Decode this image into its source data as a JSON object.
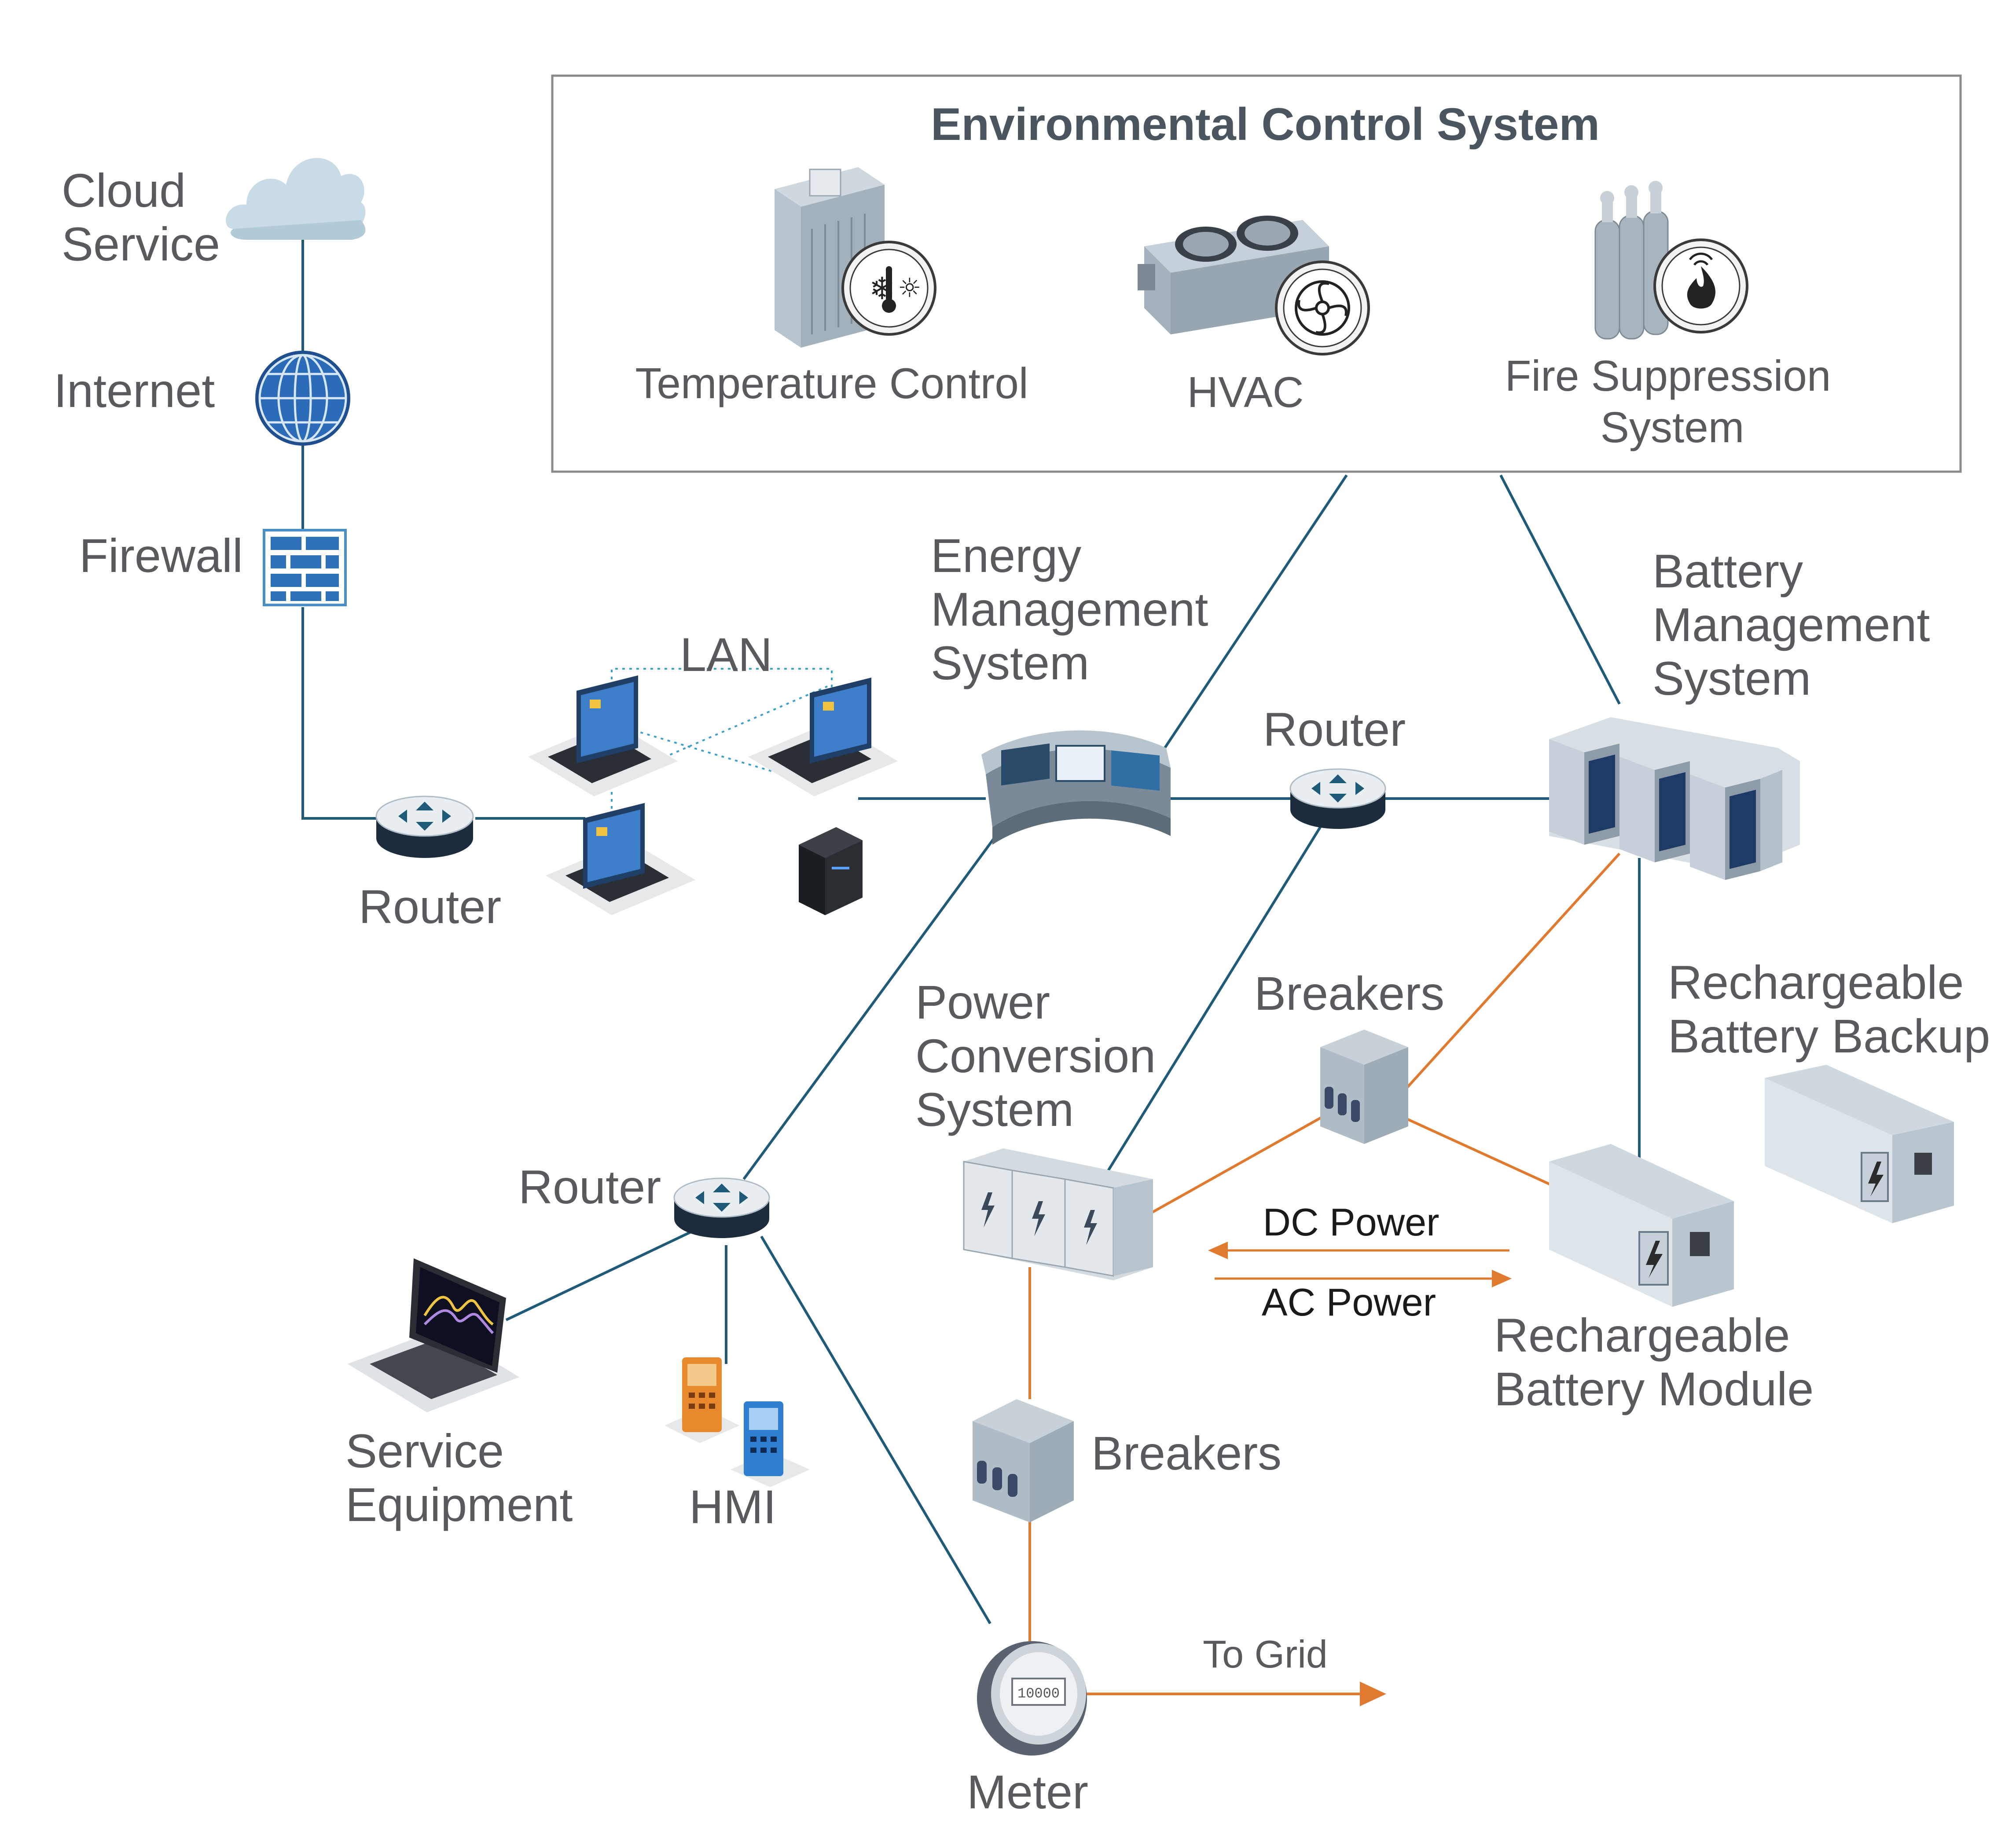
{
  "ecs": {
    "title": "Environmental Control System",
    "items": {
      "temperature": "Temperature Control",
      "hvac": "HVAC",
      "fire_line1": "Fire Suppression",
      "fire_line2": "System"
    }
  },
  "labels": {
    "cloud_line1": "Cloud",
    "cloud_line2": "Service",
    "internet": "Internet",
    "firewall": "Firewall",
    "router_left": "Router",
    "lan": "LAN",
    "ems_line1": "Energy",
    "ems_line2": "Management",
    "ems_line3": "System",
    "router_mid": "Router",
    "bms_line1": "Battery",
    "bms_line2": "Management",
    "bms_line3": "System",
    "pcs_line1": "Power",
    "pcs_line2": "Conversion",
    "pcs_line3": "System",
    "breakers_top": "Breakers",
    "backup_line1": "Rechargeable",
    "backup_line2": "Battery Backup",
    "router_bottom": "Router",
    "dc_power": "DC Power",
    "ac_power": "AC Power",
    "module_line1": "Rechargeable",
    "module_line2": "Battery Module",
    "service_line1": "Service",
    "service_line2": "Equipment",
    "hmi": "HMI",
    "breakers_bottom": "Breakers",
    "to_grid": "To Grid",
    "meter": "Meter",
    "meter_display": "10000"
  },
  "colors": {
    "network_line": "#1f5a78",
    "power_line": "#e07a2e",
    "lan_dotted": "#3aa0c8",
    "text": "#5a5a5e",
    "text_dark": "#1a1a1a",
    "box_border": "#8a8a8a"
  }
}
